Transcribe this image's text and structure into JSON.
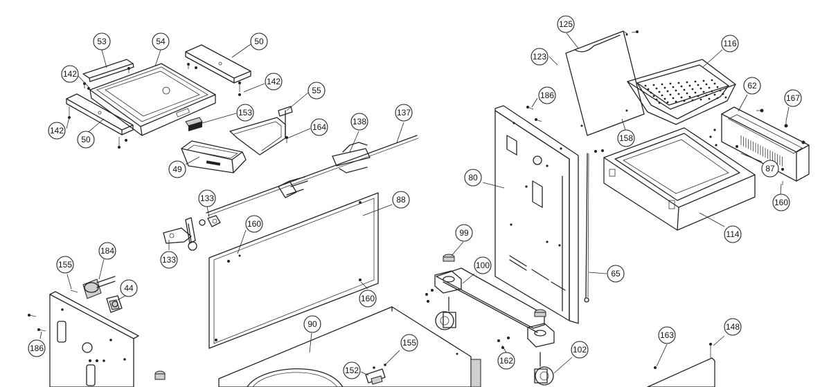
{
  "callouts": [
    {
      "id": "c53",
      "label": "53"
    },
    {
      "id": "c54",
      "label": "54"
    },
    {
      "id": "c50a",
      "label": "50"
    },
    {
      "id": "c142a",
      "label": "142"
    },
    {
      "id": "c142b",
      "label": "142"
    },
    {
      "id": "c142c",
      "label": "142"
    },
    {
      "id": "c50b",
      "label": "50"
    },
    {
      "id": "c55",
      "label": "55"
    },
    {
      "id": "c153",
      "label": "153"
    },
    {
      "id": "c164",
      "label": "164"
    },
    {
      "id": "c49",
      "label": "49"
    },
    {
      "id": "c138",
      "label": "138"
    },
    {
      "id": "c137",
      "label": "137"
    },
    {
      "id": "c133a",
      "label": "133"
    },
    {
      "id": "c133b",
      "label": "133"
    },
    {
      "id": "c88",
      "label": "88"
    },
    {
      "id": "c160a",
      "label": "160"
    },
    {
      "id": "c160b",
      "label": "160"
    },
    {
      "id": "c184",
      "label": "184"
    },
    {
      "id": "c155a",
      "label": "155"
    },
    {
      "id": "c44",
      "label": "44"
    },
    {
      "id": "c186a",
      "label": "186"
    },
    {
      "id": "c90",
      "label": "90"
    },
    {
      "id": "c155b",
      "label": "155"
    },
    {
      "id": "c152",
      "label": "152"
    },
    {
      "id": "c125",
      "label": "125"
    },
    {
      "id": "c123",
      "label": "123"
    },
    {
      "id": "c116",
      "label": "116"
    },
    {
      "id": "c186b",
      "label": "186"
    },
    {
      "id": "c62",
      "label": "62"
    },
    {
      "id": "c167",
      "label": "167"
    },
    {
      "id": "c158",
      "label": "158"
    },
    {
      "id": "c80",
      "label": "80"
    },
    {
      "id": "c87",
      "label": "87"
    },
    {
      "id": "c160c",
      "label": "160"
    },
    {
      "id": "c114",
      "label": "114"
    },
    {
      "id": "c99",
      "label": "99"
    },
    {
      "id": "c100",
      "label": "100"
    },
    {
      "id": "c65",
      "label": "65"
    },
    {
      "id": "c102",
      "label": "102"
    },
    {
      "id": "c162",
      "label": "162"
    },
    {
      "id": "c163",
      "label": "163"
    },
    {
      "id": "c148",
      "label": "148"
    }
  ]
}
